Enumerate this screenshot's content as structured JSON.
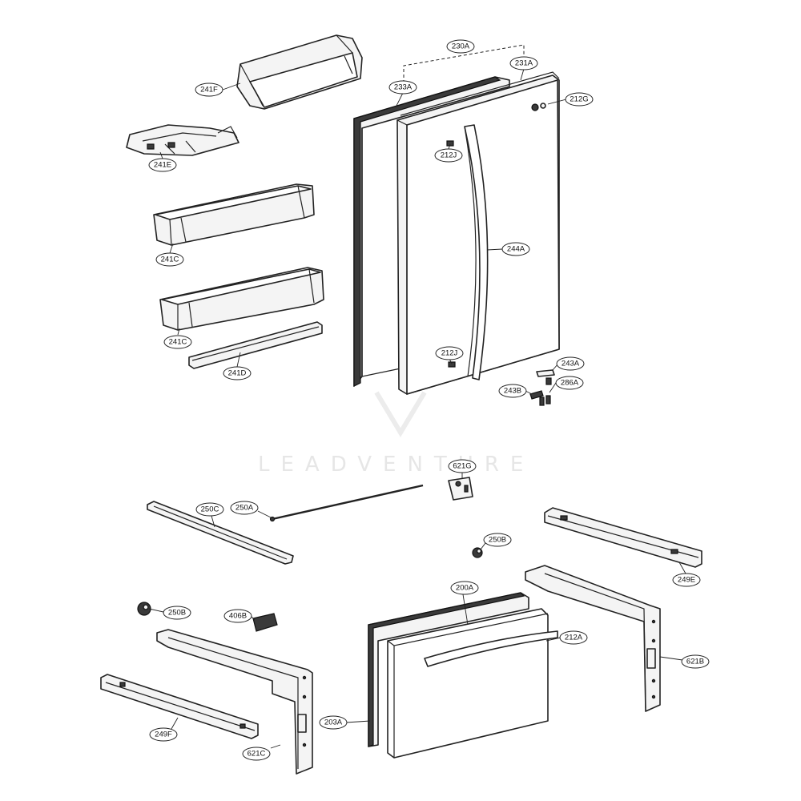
{
  "watermark": "LEADVENTURE",
  "labels": {
    "l230A": "230A",
    "l231A": "231A",
    "l233A": "233A",
    "l212G": "212G",
    "l241F": "241F",
    "l241E": "241E",
    "l212J_top": "212J",
    "l241C_top": "241C",
    "l244A": "244A",
    "l241C_bottom": "241C",
    "l212J_bottom": "212J",
    "l241D": "241D",
    "l243A": "243A",
    "l243B": "243B",
    "l286A": "286A",
    "l621G": "621G",
    "l250C": "250C",
    "l250A": "250A",
    "l250B_right": "250B",
    "l249E": "249E",
    "l200A": "200A",
    "l250B_left": "250B",
    "l406B": "406B",
    "l212A": "212A",
    "l621B": "621B",
    "l203A": "203A",
    "l249F": "249F",
    "l621C": "621C"
  },
  "colors": {
    "line": "#222222",
    "fill": "#f4f4f4",
    "watermark": "#e6e6e6"
  }
}
